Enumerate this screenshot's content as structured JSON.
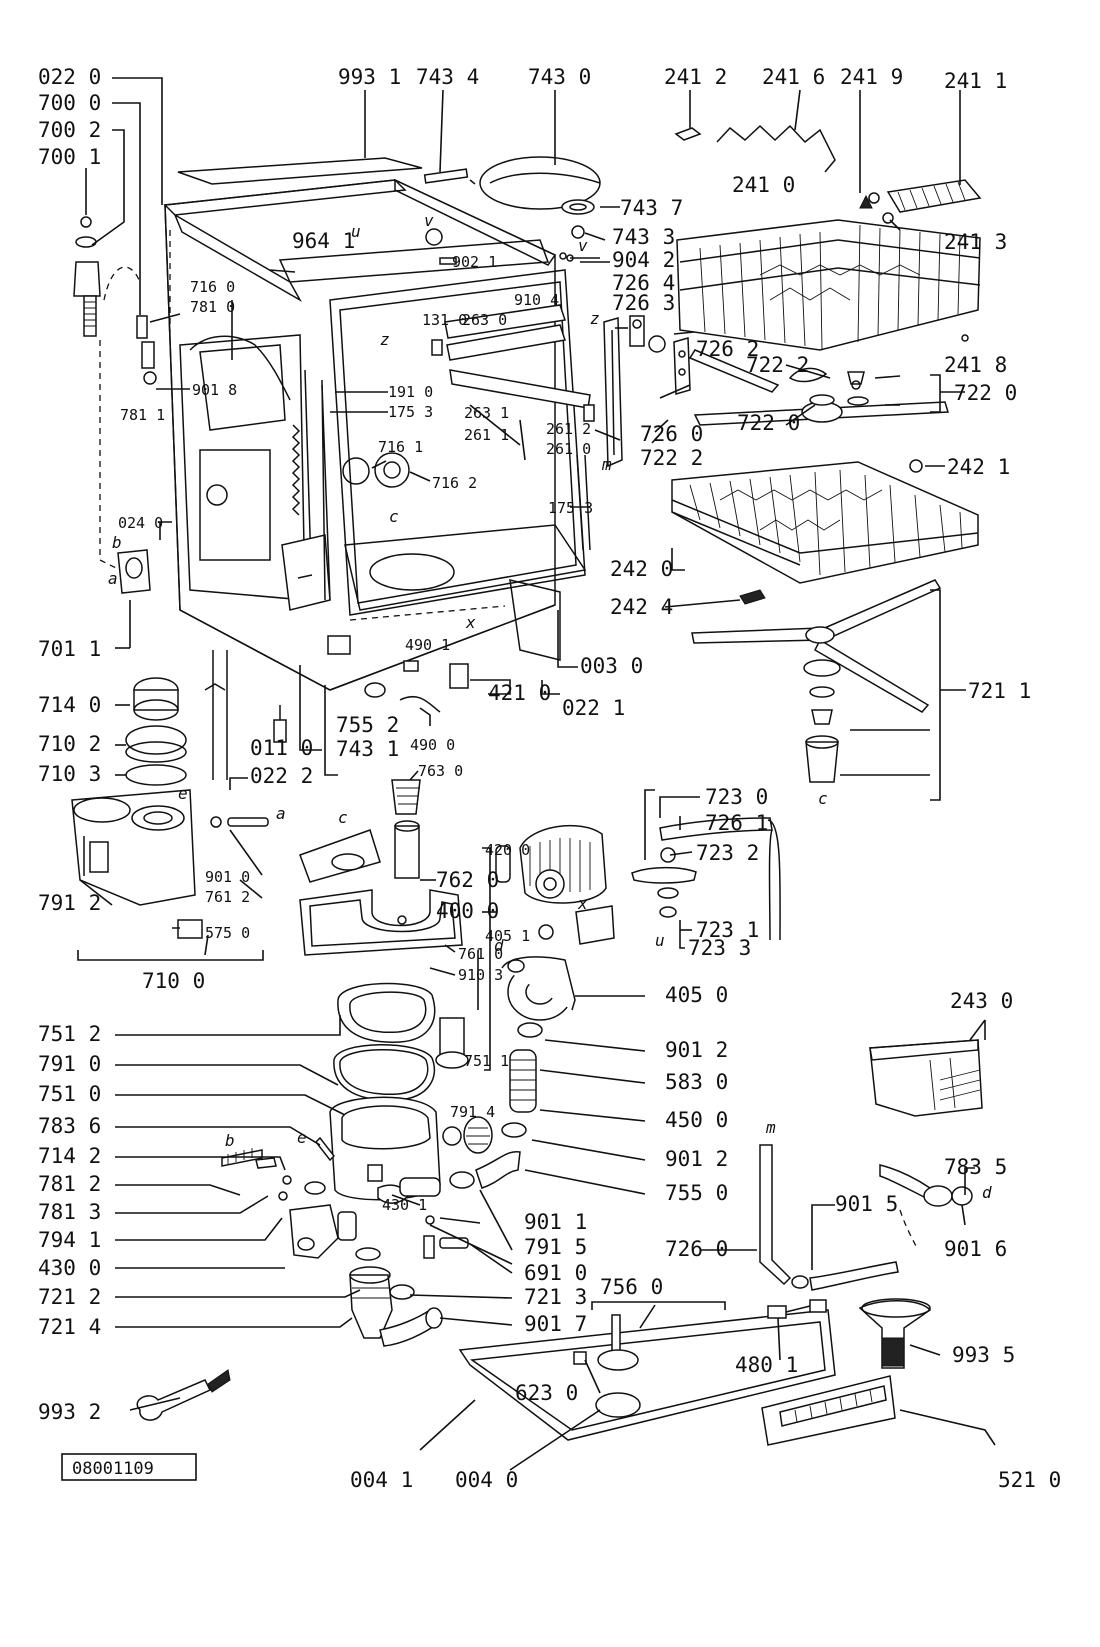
{
  "drawing_number": "08001109",
  "labels": {
    "l0220": "022 0",
    "l7000": "700 0",
    "l7002": "700 2",
    "l7001": "700 1",
    "l9931": "993 1",
    "l7434": "743 4",
    "l7430": "743 0",
    "l2412": "241 2",
    "l2416": "241 6",
    "l2419": "241 9",
    "l2411": "241 1",
    "l7437": "743 7",
    "l2410": "241 0",
    "l2413": "241 3",
    "l9641": "964 1",
    "l9021": "902 1",
    "l7433": "743 3",
    "l9042": "904 2",
    "l7264": "726 4",
    "l7263": "726 3",
    "l7160": "716 0",
    "l7810": "781 0",
    "l9104": "910 4",
    "l1310": "131 0",
    "l2630": "263 0",
    "l7262": "726 2",
    "l7222a": "722 2",
    "l2418": "241 8",
    "l7220": "722 0",
    "l9018": "901 8",
    "l7811": "781 1",
    "l1910": "191 0",
    "l1753a": "175 3",
    "l2631": "263 1",
    "l2611": "261 1",
    "l7220b": "722 0",
    "l2612": "261 2",
    "l2610": "261 0",
    "l7260a": "726 0",
    "l7222b": "722 2",
    "l7161": "716 1",
    "l7162": "716 2",
    "l1753b": "175 3",
    "l2421": "242 1",
    "l0240": "024 0",
    "l2420": "242 0",
    "l2424": "242 4",
    "l7011": "701 1",
    "l0030": "003 0",
    "l4901": "490 1",
    "l4210": "421 0",
    "l0221": "022 1",
    "l7211": "721 1",
    "l7140": "714 0",
    "l7552": "755 2",
    "l7102": "710 2",
    "l0110": "011 0",
    "l7431": "743 1",
    "l4900": "490 0",
    "l7103": "710 3",
    "l0222": "022 2",
    "l7630": "763 0",
    "l7230": "723 0",
    "l7261": "726 1",
    "l4200": "420 0",
    "l7620": "762 0",
    "l7232": "723 2",
    "l4000": "400 0",
    "l7912": "791 2",
    "l9010": "901 0",
    "l7612": "761 2",
    "l5750": "575 0",
    "l4051": "405 1",
    "l7231": "723 1",
    "l7233": "723 3",
    "l7100": "710 0",
    "l7610": "761 0",
    "l9103": "910 3",
    "l4050": "405 0",
    "l2430": "243 0",
    "l7512": "751 2",
    "l9012a": "901 2",
    "l7910": "791 0",
    "l7511": "751 1",
    "l5830": "583 0",
    "l7510": "751 0",
    "l4500": "450 0",
    "l7914": "791 4",
    "l7836": "783 6",
    "l9012b": "901 2",
    "l7142": "714 2",
    "l9015": "901 5",
    "l7835": "783 5",
    "l7812": "781 2",
    "l7550": "755 0",
    "l7813": "781 3",
    "l4301": "430 1",
    "l9011": "901 1",
    "l7260b": "726 0",
    "l9016": "901 6",
    "l7941": "794 1",
    "l7915": "791 5",
    "l4300": "430 0",
    "l6910": "691 0",
    "l7212": "721 2",
    "l7213": "721 3",
    "l7560": "756 0",
    "l7214": "721 4",
    "l9017": "901 7",
    "l4801": "480 1",
    "l9935": "993 5",
    "l6230": "623 0",
    "l9932": "993 2",
    "l0041": "004 1",
    "l0040": "004 0",
    "l5210": "521 0"
  },
  "letters": {
    "u1": "u",
    "v1": "v",
    "v2": "v",
    "z1": "z",
    "z2": "z",
    "b1": "b",
    "a1": "a",
    "c1": "c",
    "x1": "x",
    "c2": "c",
    "a2": "a",
    "e1": "e",
    "c3": "c",
    "x2": "x",
    "d1": "d",
    "u2": "u",
    "m1": "m",
    "m2": "m",
    "b2": "b",
    "e2": "e",
    "d2": "d"
  }
}
